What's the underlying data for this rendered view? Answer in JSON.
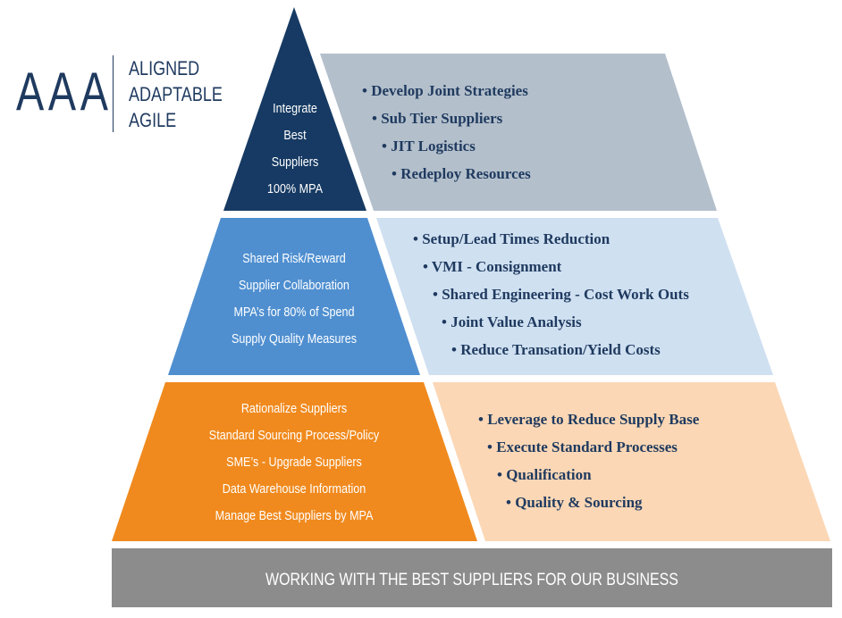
{
  "logo": {
    "letters": "AAA",
    "words": [
      "ALIGNED",
      "ADAPTABLE",
      "AGILE"
    ]
  },
  "tiers": [
    {
      "left_lines": [
        "Integrate",
        "Best",
        "Suppliers",
        "100% MPA"
      ],
      "right_bullets": [
        "• Develop Joint Strategies",
        "• Sub Tier Suppliers",
        "• JIT Logistics",
        "• Redeploy Resources"
      ],
      "left_color": "#163a63",
      "right_color": "#b3bfcb"
    },
    {
      "left_lines": [
        "Shared Risk/Reward",
        "Supplier Collaboration",
        "MPA’s for 80% of Spend",
        "Supply Quality Measures"
      ],
      "right_bullets": [
        "• Setup/Lead Times Reduction",
        "• VMI - Consignment",
        "• Shared Engineering - Cost Work Outs",
        "• Joint Value Analysis",
        "• Reduce Transation/Yield Costs"
      ],
      "left_color": "#4f8fd0",
      "right_color": "#cfe0f1"
    },
    {
      "left_lines": [
        "Rationalize Suppliers",
        "Standard Sourcing Process/Policy",
        "SME’s - Upgrade Suppliers",
        "Data Warehouse Information",
        "Manage Best Suppliers by MPA"
      ],
      "right_bullets": [
        "• Leverage to Reduce Supply Base",
        "• Execute Standard Processes",
        "• Qualification",
        "• Quality & Sourcing"
      ],
      "left_color": "#f08a1e",
      "right_color": "#fbd7b5"
    }
  ],
  "base": {
    "label": "WORKING WITH THE BEST SUPPLIERS FOR OUR BUSINESS",
    "color": "#8c8c8c"
  }
}
